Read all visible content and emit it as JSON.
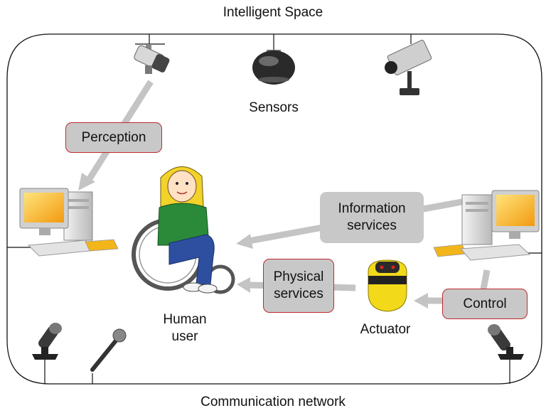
{
  "title": "Intelligent Space",
  "footer": "Communication network",
  "labels": {
    "sensors": "Sensors",
    "human_user_line1": "Human",
    "human_user_line2": "user",
    "actuator": "Actuator"
  },
  "boxes": {
    "perception": "Perception",
    "information_line1": "Information",
    "information_line2": "services",
    "physical_line1": "Physical",
    "physical_line2": "services",
    "control": "Control"
  },
  "icons": [
    "ceiling-camera-icon",
    "dome-camera-icon",
    "ip-camera-icon",
    "computer-left-icon",
    "computer-right-icon",
    "wheelchair-user-icon",
    "robot-actuator-icon",
    "microphone-stand-left-icon",
    "handheld-microphone-icon",
    "microphone-stand-right-icon"
  ],
  "colors": {
    "arrow": "#c4c4c4",
    "box_fill": "#c8c8c8",
    "box_border": "#c0282d",
    "robot": "#f2d91a",
    "monitor": "#f5a316"
  }
}
